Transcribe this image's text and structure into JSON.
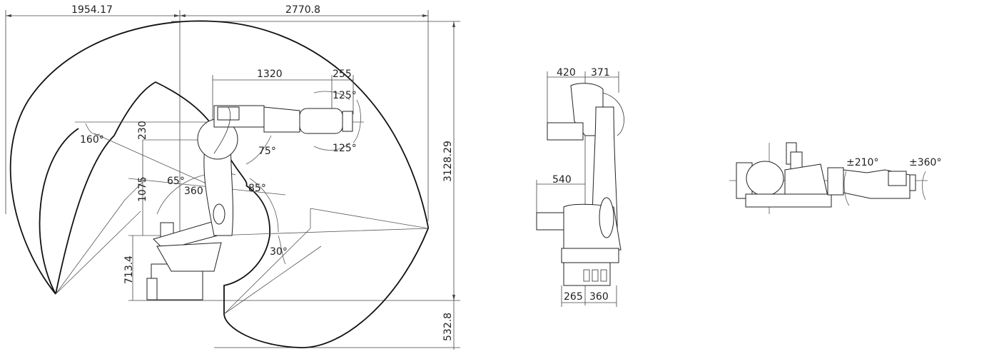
{
  "side_view": {
    "top_dims": {
      "left_reach": "1954.17",
      "right_reach": "2770.8"
    },
    "height_dims": {
      "total_height": "3128.29",
      "below_base": "532.8",
      "base_height": "713.4",
      "arm_length": "1075",
      "offset_230": "230"
    },
    "arm_dims": {
      "forearm": "1320",
      "wrist": "255",
      "shoulder_offset": "360"
    },
    "angles": {
      "wrist_up": "125°",
      "wrist_down": "125°",
      "axis3_back": "160°",
      "axis3_fwd": "75°",
      "axis2_back": "65°",
      "axis2_fwd": "85°",
      "axis2_low": "30°"
    }
  },
  "front_view": {
    "top_left": "420",
    "top_right": "371",
    "motor_offset": "540",
    "base_left": "265",
    "base_right": "360"
  },
  "top_view": {
    "axis4_rotation": "±210°",
    "axis6_rotation": "±360°"
  }
}
